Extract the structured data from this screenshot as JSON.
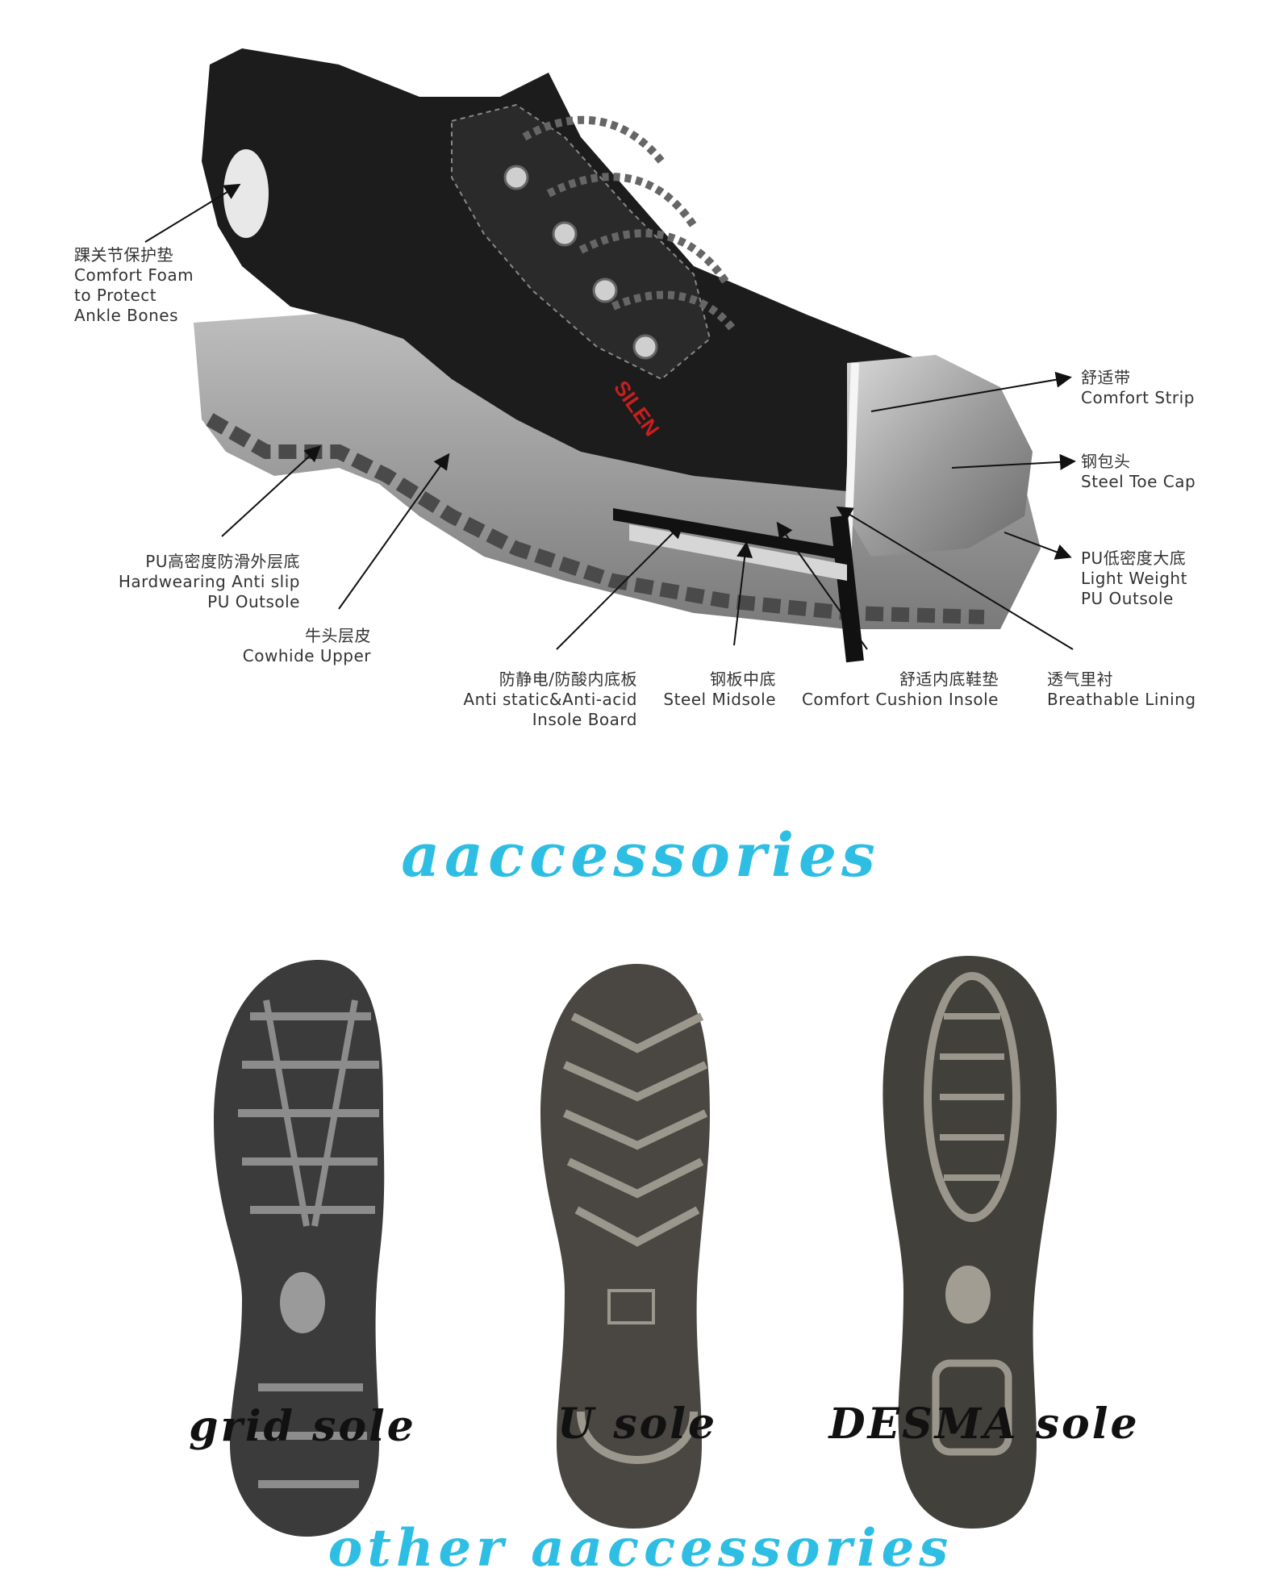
{
  "callouts": {
    "ankle": {
      "cn": "踝关节保护垫",
      "en1": "Comfort Foam",
      "en2": "to Protect",
      "en3": "Ankle Bones"
    },
    "outsole": {
      "cn": "PU高密度防滑外层底",
      "en1": "Hardwearing Anti slip",
      "en2": "PU Outsole"
    },
    "upper": {
      "cn": "牛头层皮",
      "en1": "Cowhide Upper"
    },
    "insole_board": {
      "cn": "防静电/防酸内底板",
      "en1": "Anti static&Anti-acid",
      "en2": "Insole Board"
    },
    "midsole": {
      "cn": "钢板中底",
      "en1": "Steel Midsole"
    },
    "cushion": {
      "cn": "舒适内底鞋垫",
      "en1": "Comfort Cushion Insole"
    },
    "lining": {
      "cn": "透气里衬",
      "en1": "Breathable Lining"
    },
    "strip": {
      "cn": "舒适带",
      "en1": "Comfort Strip"
    },
    "toecap": {
      "cn": "钢包头",
      "en1": "Steel Toe Cap"
    },
    "light_sole": {
      "cn": "PU低密度大底",
      "en1": "Light Weight",
      "en2": "PU Outsole"
    }
  },
  "boot_logo": "SILEN",
  "headings": {
    "accessories": "aaccessories",
    "other": "other aaccessories"
  },
  "soles": [
    {
      "caption": "grid sole",
      "icon": "grid-sole-icon"
    },
    {
      "caption": "U sole",
      "icon": "u-sole-icon"
    },
    {
      "caption": "DESMA sole",
      "icon": "desma-sole-icon"
    }
  ],
  "colors": {
    "accent": "#2ebee3",
    "boot": "#1a1a1a",
    "sole": "#9a9a9a"
  }
}
